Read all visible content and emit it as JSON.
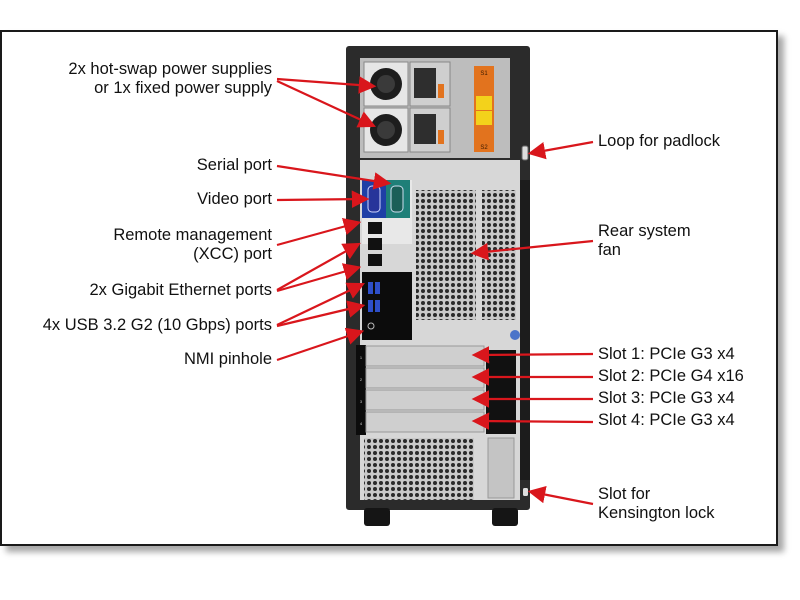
{
  "diagram": {
    "left_labels": [
      {
        "id": "power-supplies",
        "lines": [
          "2x hot-swap power supplies",
          "or 1x fixed power supply"
        ]
      },
      {
        "id": "serial-port",
        "lines": [
          "Serial port"
        ]
      },
      {
        "id": "video-port",
        "lines": [
          "Video port"
        ]
      },
      {
        "id": "remote-management",
        "lines": [
          "Remote management",
          "(XCC) port"
        ]
      },
      {
        "id": "gigabit-ethernet",
        "lines": [
          "2x Gigabit Ethernet ports"
        ]
      },
      {
        "id": "usb-ports",
        "lines": [
          "4x USB 3.2 G2 (10 Gbps) ports"
        ]
      },
      {
        "id": "nmi-pinhole",
        "lines": [
          "NMI pinhole"
        ]
      }
    ],
    "right_labels": [
      {
        "id": "padlock-loop",
        "lines": [
          "Loop for padlock"
        ]
      },
      {
        "id": "rear-fan",
        "lines": [
          "Rear system",
          "fan"
        ]
      },
      {
        "id": "slot-1",
        "lines": [
          "Slot 1: PCIe G3 x4"
        ]
      },
      {
        "id": "slot-2",
        "lines": [
          "Slot 2: PCIe G4 x16"
        ]
      },
      {
        "id": "slot-3",
        "lines": [
          "Slot 3: PCIe G3 x4"
        ]
      },
      {
        "id": "slot-4",
        "lines": [
          "Slot 4: PCIe G3 x4"
        ]
      },
      {
        "id": "kensington-slot",
        "lines": [
          "Slot for",
          "Kensington lock"
        ]
      }
    ],
    "psu_labels": [
      "S1",
      "S2"
    ],
    "slot_numbers": [
      "1",
      "2",
      "3",
      "4"
    ],
    "colors": {
      "arrow": "#d9161c",
      "chassis": "#2b2b2b",
      "panel": "#d7d7d7",
      "vga": "#1f3fa6",
      "serial": "#1f7f78",
      "psu_label": "#e2731e",
      "warning": "#f3d21b",
      "usb": "#2e4fc9"
    }
  }
}
